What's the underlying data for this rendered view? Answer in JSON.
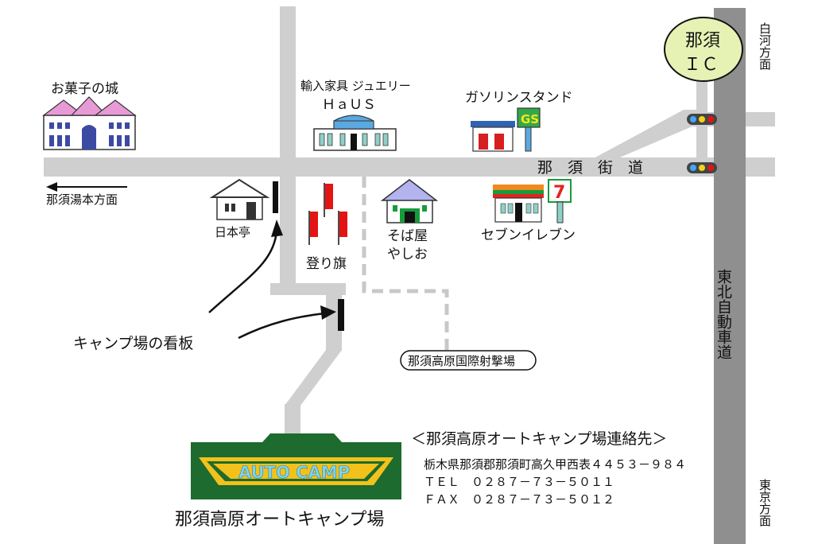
{
  "labels": {
    "okashi": "お菓子の城",
    "haus_line1": "輸入家具 ジュエリー",
    "haus_line2": "ＨａＵＳ",
    "gas": "ガソリンスタンド",
    "gs_sign": "GS",
    "ic_line1": "那須",
    "ic_line2": "ＩＣ",
    "shirakawa": "白河方面",
    "nasu_kaido": "那　須　街　道",
    "yumoto": "那須湯本方面",
    "nihontei": "日本亭",
    "nobori": "登り旗",
    "soba_line1": "そば屋",
    "soba_line2": "やしお",
    "seven_logo": "7",
    "seven": "セブンイレブン",
    "tohoku": "東北自動車道",
    "sign_label": "キャンプ場の看板",
    "shageki": "那須高原国際射撃場",
    "auto_camp": "AUTO CAMP",
    "camp_name": "那須高原オートキャンプ場",
    "tokyo": "東京方面"
  },
  "contact": {
    "heading": "＜那須高原オートキャンプ場連絡先＞",
    "address": "栃木県那須郡那須町高久甲西表４４５３－９８４",
    "tel": "ＴＥＬ　０２８７－７３－５０１１",
    "fax": "ＦＡＸ　０２８７－７３－５０１２"
  },
  "colors": {
    "road": "#cfcfcf",
    "expressway": "#8f8f8f",
    "ic_fill": "#e6f2b4",
    "camp_green": "#1d6b2e",
    "camp_yellow": "#f2c21b",
    "camp_text": "#7fd4e8",
    "okashi_roof": "#e79ad6",
    "building_blue": "#3d4aa3",
    "gs_blue": "#2f63b4",
    "gs_red": "#d61f1f",
    "seven_green": "#179b3c",
    "seven_orange": "#f08a1c",
    "seven_red": "#e3231e",
    "flag_red": "#e31414"
  }
}
